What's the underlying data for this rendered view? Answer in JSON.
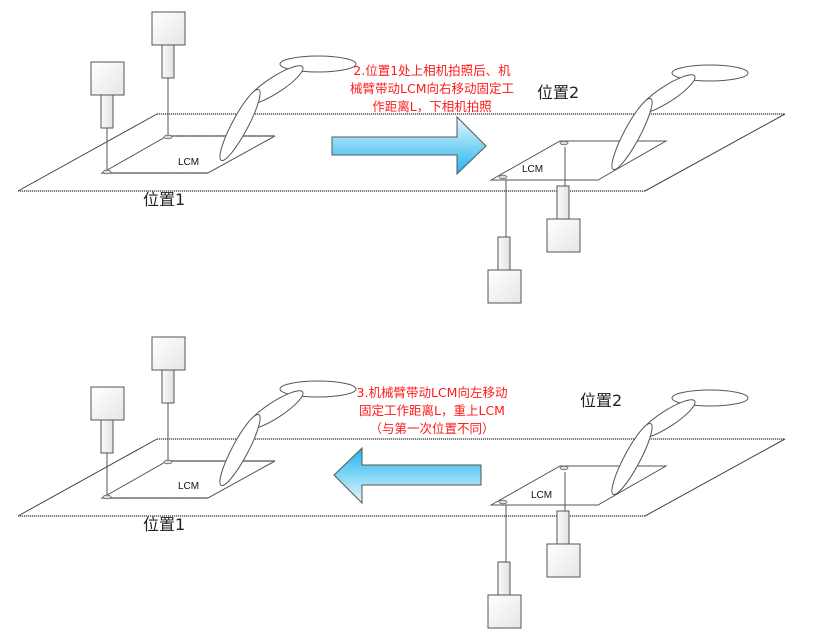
{
  "diagram": {
    "top_scene": {
      "position1_label": "位置1",
      "position2_label": "位置2",
      "lcm_left": "LCM",
      "lcm_right": "LCM",
      "note_lines": [
        "2.位置1处上相机拍照后、机",
        "械臂带动LCM向右移动固定工",
        "作距离L，下相机拍照"
      ],
      "arrow_direction": "right"
    },
    "bottom_scene": {
      "position1_label": "位置1",
      "position2_label": "位置2",
      "lcm_left": "LCM",
      "lcm_right": "LCM",
      "note_lines": [
        "3.机械臂带动LCM向左移动",
        "固定工作距离L，重上LCM",
        "（与第一次位置不同）"
      ],
      "arrow_direction": "left"
    },
    "colors": {
      "note_text": "#ff1a1a",
      "arrow_light": "#e6f7fd",
      "arrow_dark": "#1eb4ec",
      "line": "#555555"
    }
  }
}
